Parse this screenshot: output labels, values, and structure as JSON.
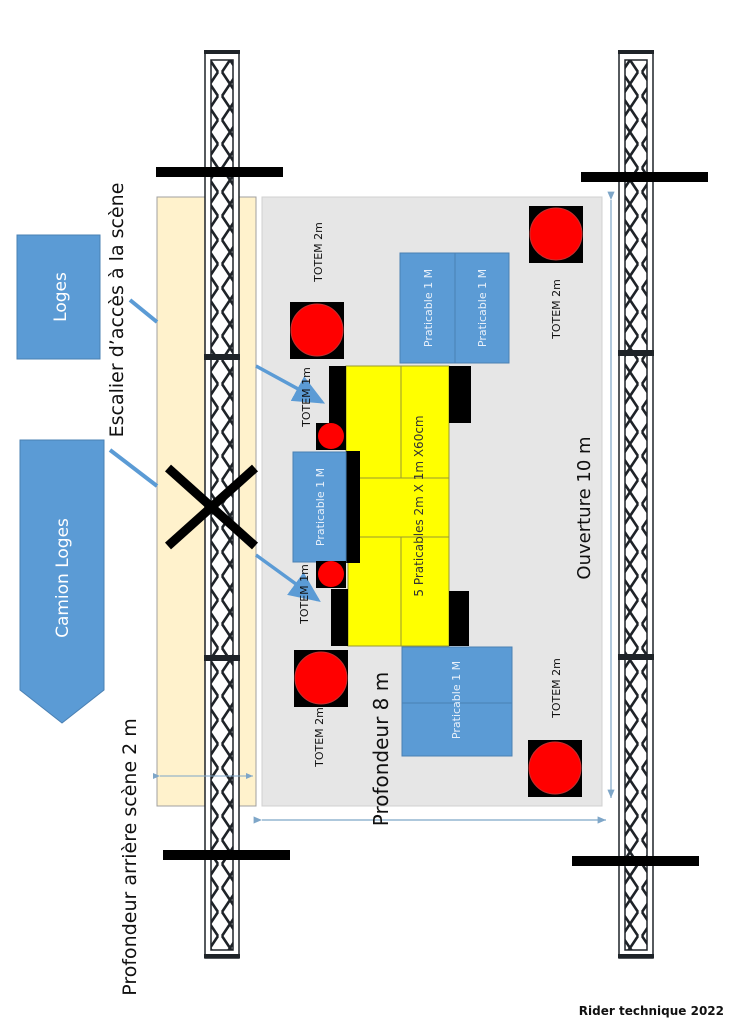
{
  "title": "Stage plan",
  "colors": {
    "stage_floor": "#e6e6e6",
    "backstage_floor": "#fff2cc",
    "praticable_blue": "#5b9bd5",
    "riser_yellow": "#ffff00",
    "totem_red": "#ff0000",
    "truss_black": "#1e2328",
    "dimension_line": "#7ea6c8"
  },
  "labels": {
    "loges": "Loges",
    "camion_loges": "Camion Loges",
    "escalier": "Escalier d’accès à la scène",
    "profondeur_arriere": "Profondeur arrière scène 2 m",
    "profondeur": "Profondeur 8 m",
    "ouverture": "Ouverture 10 m",
    "risers": "5 Praticables 2m X 1m X60cm",
    "footer": "Rider technique 2022"
  },
  "totems": [
    {
      "id": "totem-back-left",
      "label": "TOTEM  2m"
    },
    {
      "id": "totem-front-left",
      "label": "TOTEM  2m"
    },
    {
      "id": "totem-back-right",
      "label": "TOTEM  2m"
    },
    {
      "id": "totem-front-right",
      "label": "TOTEM  2m"
    },
    {
      "id": "totem-small-left",
      "label": "TOTEM  1m"
    },
    {
      "id": "totem-small-right",
      "label": "TOTEM  1m"
    }
  ],
  "praticables": [
    {
      "id": "praticable-left-top",
      "label": "Praticable 1 M"
    },
    {
      "id": "praticable-left-bottom",
      "label": "Praticable 1 M"
    },
    {
      "id": "praticable-center",
      "label": "Praticable 1 M"
    },
    {
      "id": "praticable-right",
      "label": "Praticable 1 M"
    }
  ]
}
